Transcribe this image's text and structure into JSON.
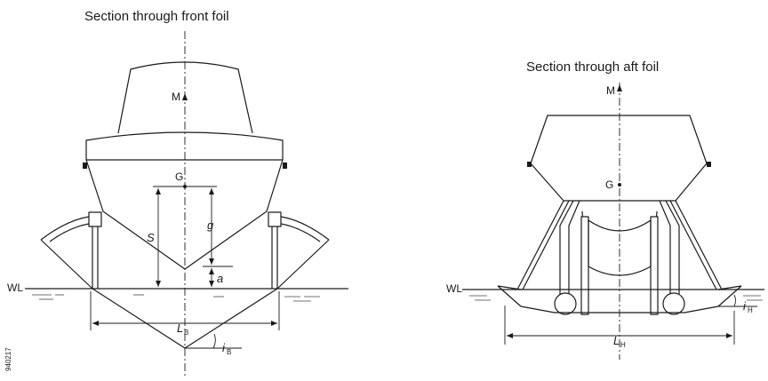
{
  "front": {
    "title": "Section through front foil",
    "label_m": "M",
    "label_g": "G",
    "label_s": "S",
    "label_g_small": "g",
    "label_a": "a",
    "label_wl": "WL",
    "label_l": "L",
    "label_l_sub": "B",
    "label_i": "i",
    "label_i_sub": "B"
  },
  "aft": {
    "title": "Section through aft foil",
    "label_m": "M",
    "label_g": "G",
    "label_wl": "WL",
    "label_l": "L",
    "label_l_sub": "H",
    "label_i": "i",
    "label_i_sub": "H"
  },
  "figure_code": "940217"
}
